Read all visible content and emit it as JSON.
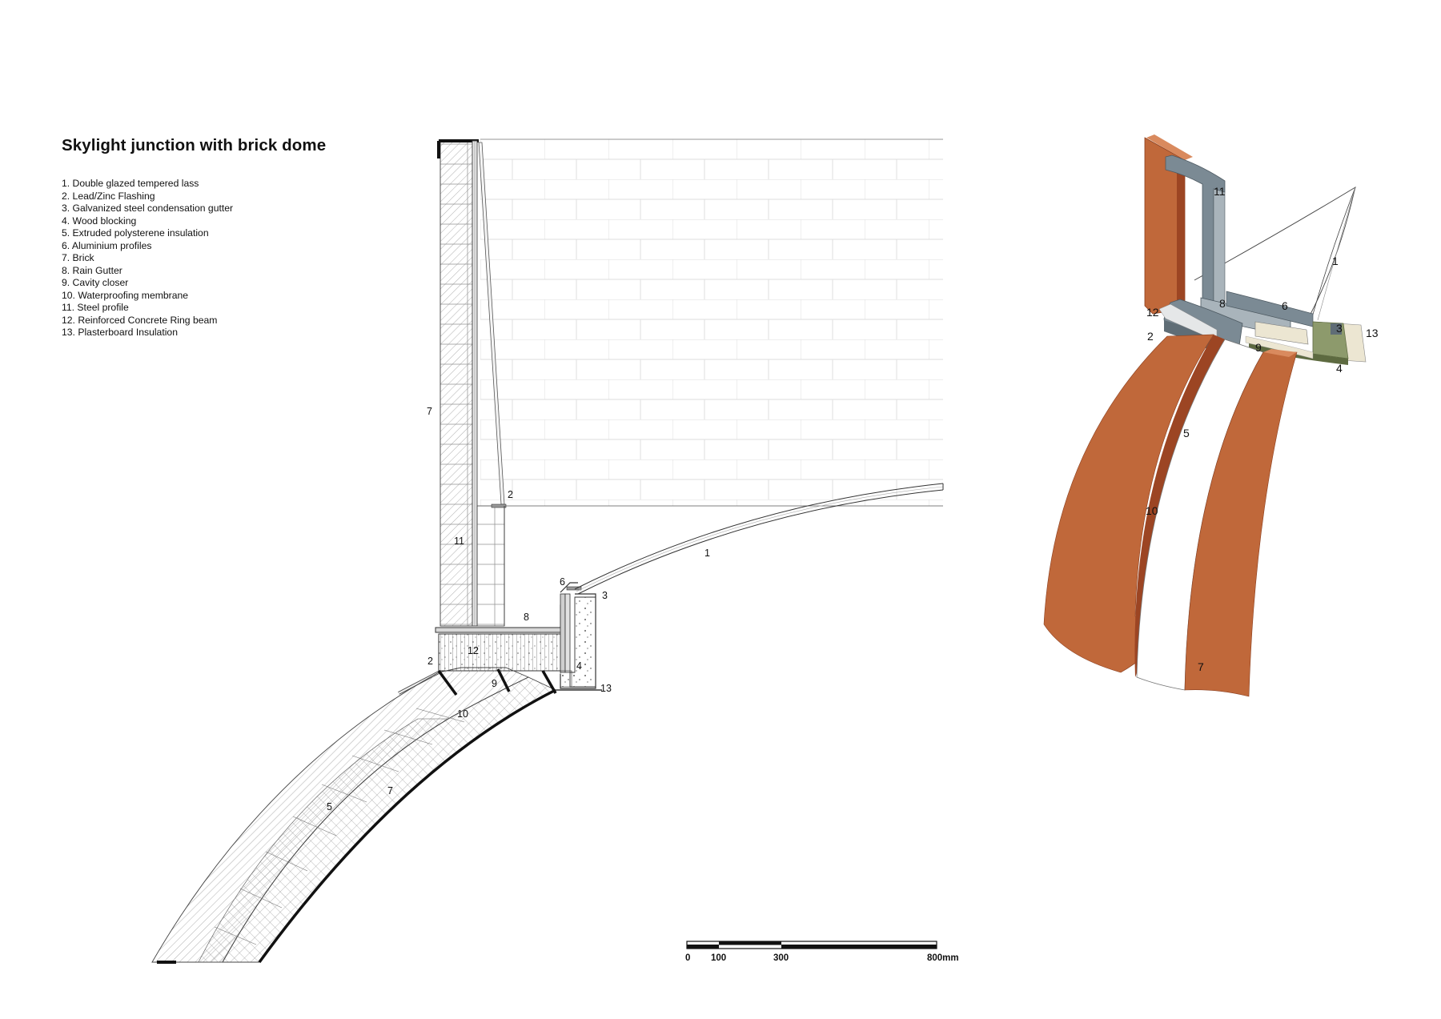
{
  "title": "Skylight junction with brick dome",
  "legend": [
    "1. Double glazed tempered lass",
    "2. Lead/Zinc Flashing",
    "3. Galvanized steel condensation gutter",
    "4. Wood blocking",
    "5. Extruded polysterene insulation",
    "6. Aluminium profiles",
    "7. Brick",
    "8. Rain Gutter",
    "9. Cavity closer",
    "10. Waterproofing membrane",
    "11. Steel profile",
    "12. Reinforced Concrete Ring beam",
    "13. Plasterboard Insulation"
  ],
  "section_callouts": {
    "c1": "1",
    "c2a": "2",
    "c2b": "2",
    "c3": "3",
    "c4": "4",
    "c5": "5",
    "c6": "6",
    "c7a": "7",
    "c7b": "7",
    "c8": "8",
    "c9": "9",
    "c10": "10",
    "c11": "11",
    "c12": "12",
    "c13": "13"
  },
  "iso_callouts": {
    "c1": "1",
    "c2": "2",
    "c3": "3",
    "c4": "4",
    "c5": "5",
    "c6": "6",
    "c7": "7",
    "c8": "8",
    "c9": "9",
    "c10": "10",
    "c11": "11",
    "c12": "12",
    "c13": "13"
  },
  "scale_bar": {
    "t0": "0",
    "t100": "100",
    "t300": "300",
    "t800": "800mm"
  },
  "colors": {
    "brick": "#c0683a",
    "brick_dark": "#9c4523",
    "steel": "#7b8a94",
    "steel_light": "#a9b4bb",
    "insulation_green": "#8d9a6c",
    "plasterboard": "#ece6d2",
    "line": "#111111",
    "wall_grid": "#d8d8d8"
  }
}
